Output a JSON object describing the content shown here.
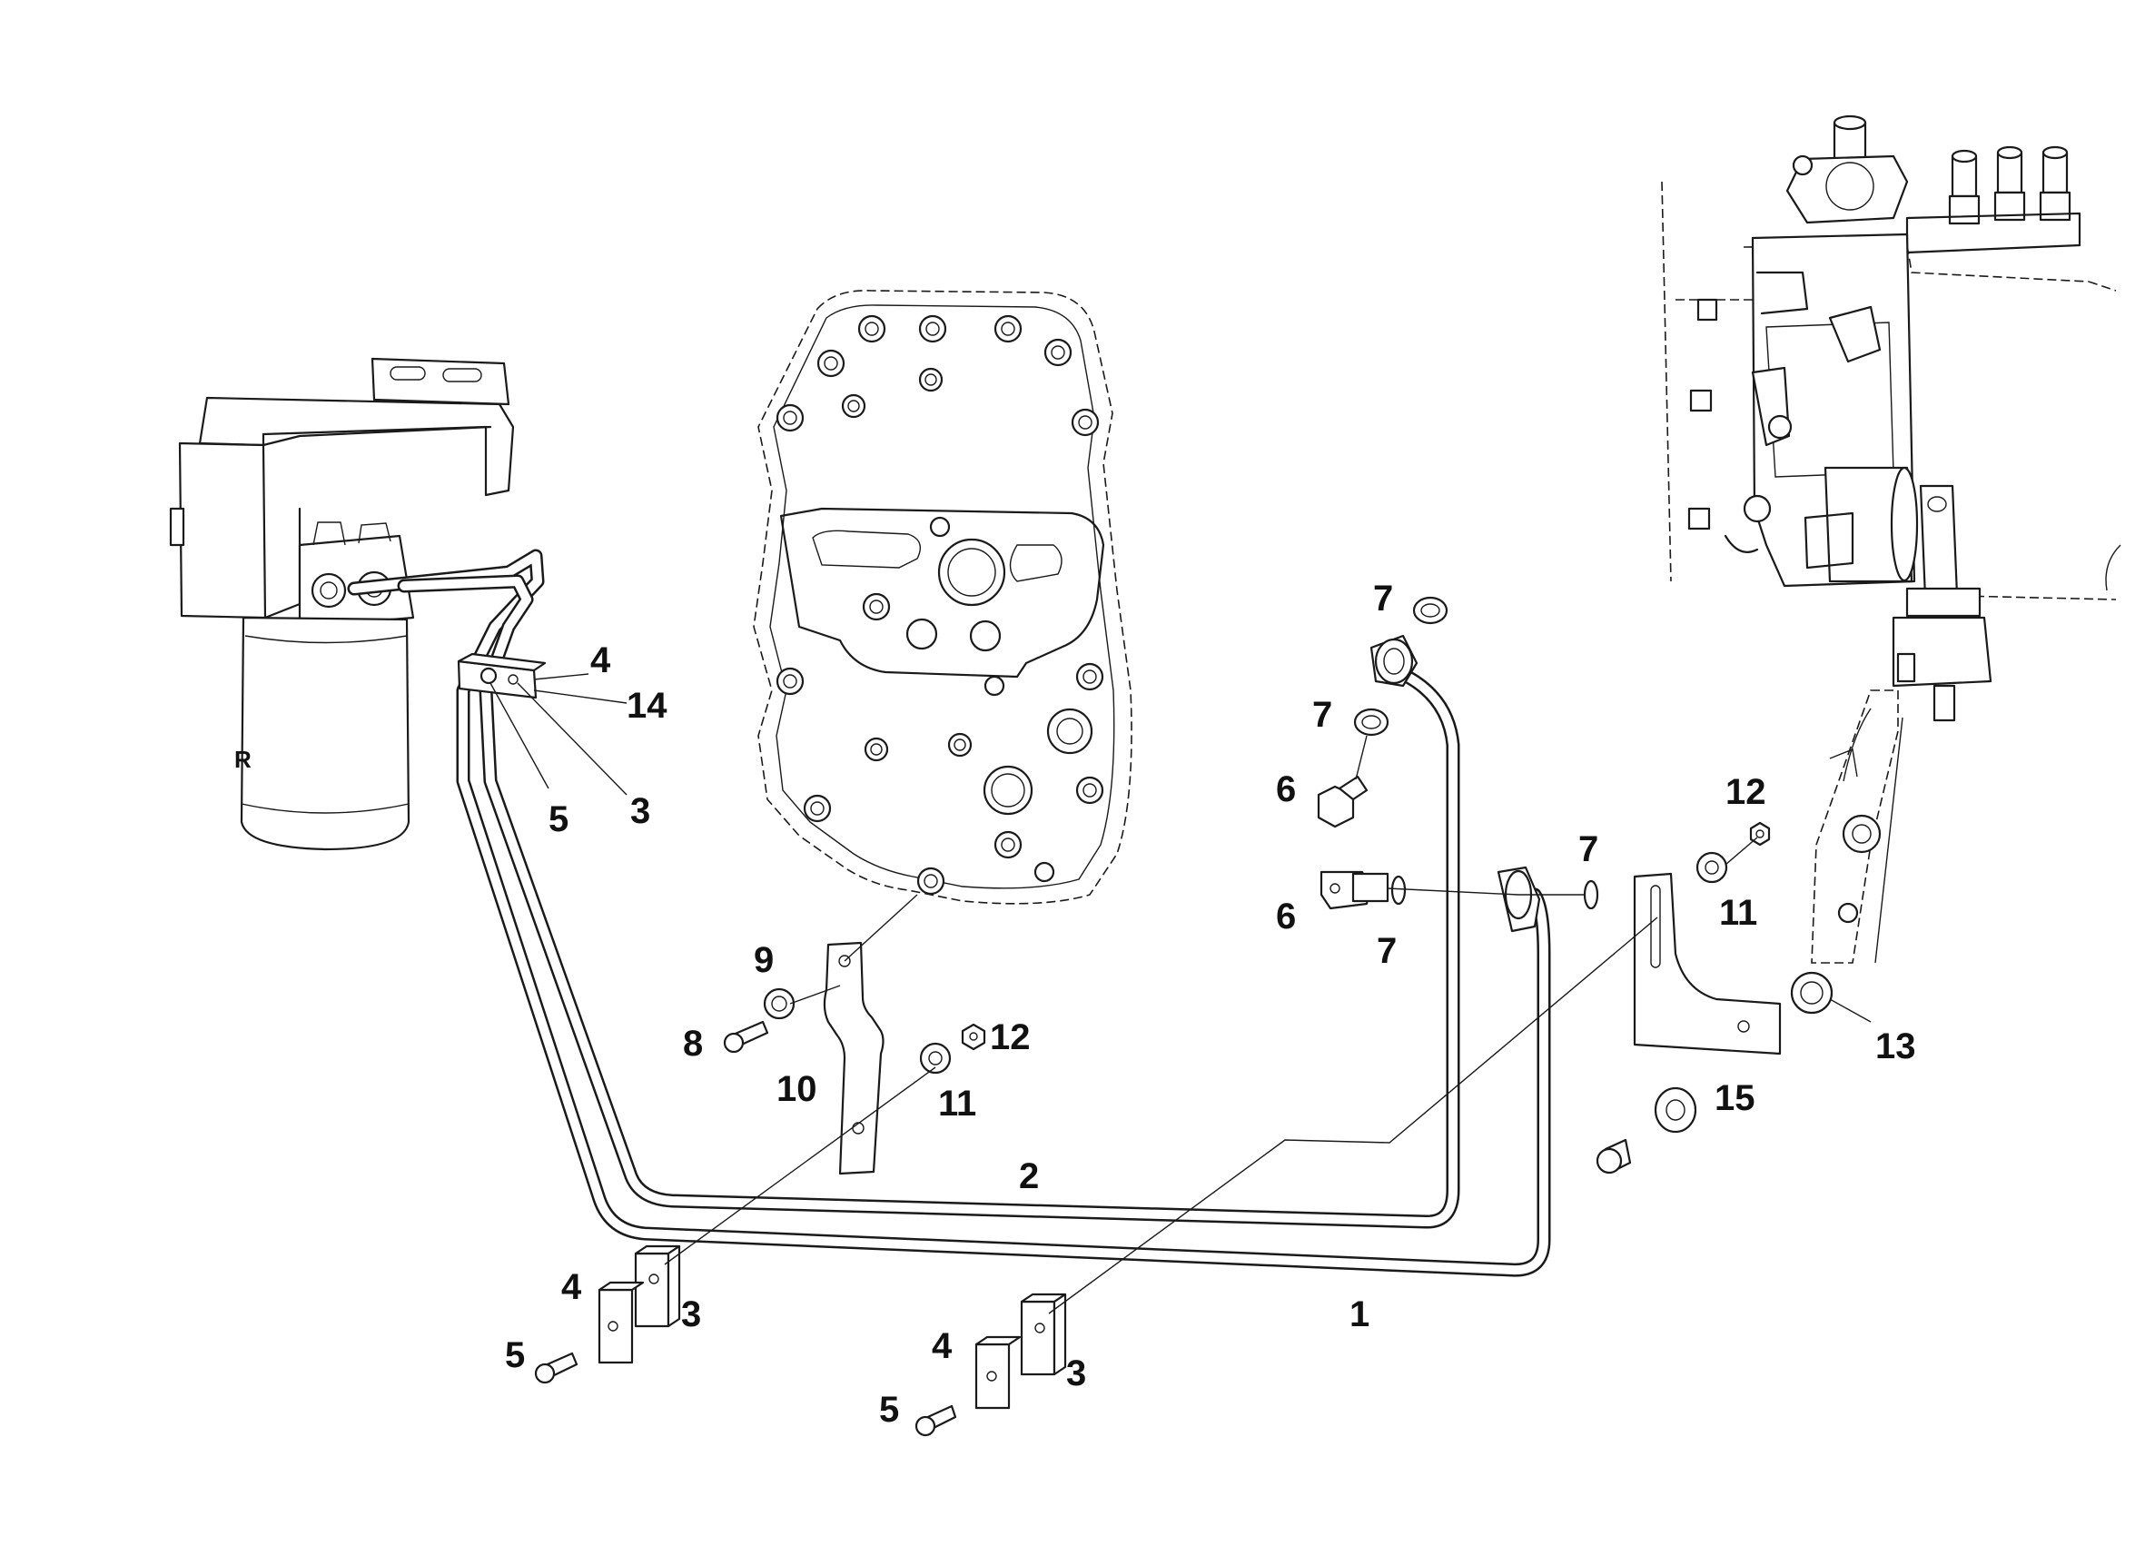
{
  "callouts": [
    {
      "id": "c1",
      "text": "1"
    },
    {
      "id": "c2",
      "text": "2"
    },
    {
      "id": "c3a",
      "text": "3"
    },
    {
      "id": "c3b",
      "text": "3"
    },
    {
      "id": "c3c",
      "text": "3"
    },
    {
      "id": "c4a",
      "text": "4"
    },
    {
      "id": "c4b",
      "text": "4"
    },
    {
      "id": "c4c",
      "text": "4"
    },
    {
      "id": "c5a",
      "text": "5"
    },
    {
      "id": "c5b",
      "text": "5"
    },
    {
      "id": "c5c",
      "text": "5"
    },
    {
      "id": "c6a",
      "text": "6"
    },
    {
      "id": "c6b",
      "text": "6"
    },
    {
      "id": "c7a",
      "text": "7"
    },
    {
      "id": "c7b",
      "text": "7"
    },
    {
      "id": "c7c",
      "text": "7"
    },
    {
      "id": "c7d",
      "text": "7"
    },
    {
      "id": "c8",
      "text": "8"
    },
    {
      "id": "c9",
      "text": "9"
    },
    {
      "id": "c10",
      "text": "10"
    },
    {
      "id": "c11a",
      "text": "11"
    },
    {
      "id": "c11b",
      "text": "11"
    },
    {
      "id": "c12a",
      "text": "12"
    },
    {
      "id": "c12b",
      "text": "12"
    },
    {
      "id": "c13",
      "text": "13"
    },
    {
      "id": "c14",
      "text": "14"
    },
    {
      "id": "c15",
      "text": "15"
    }
  ],
  "filter_label": "R"
}
